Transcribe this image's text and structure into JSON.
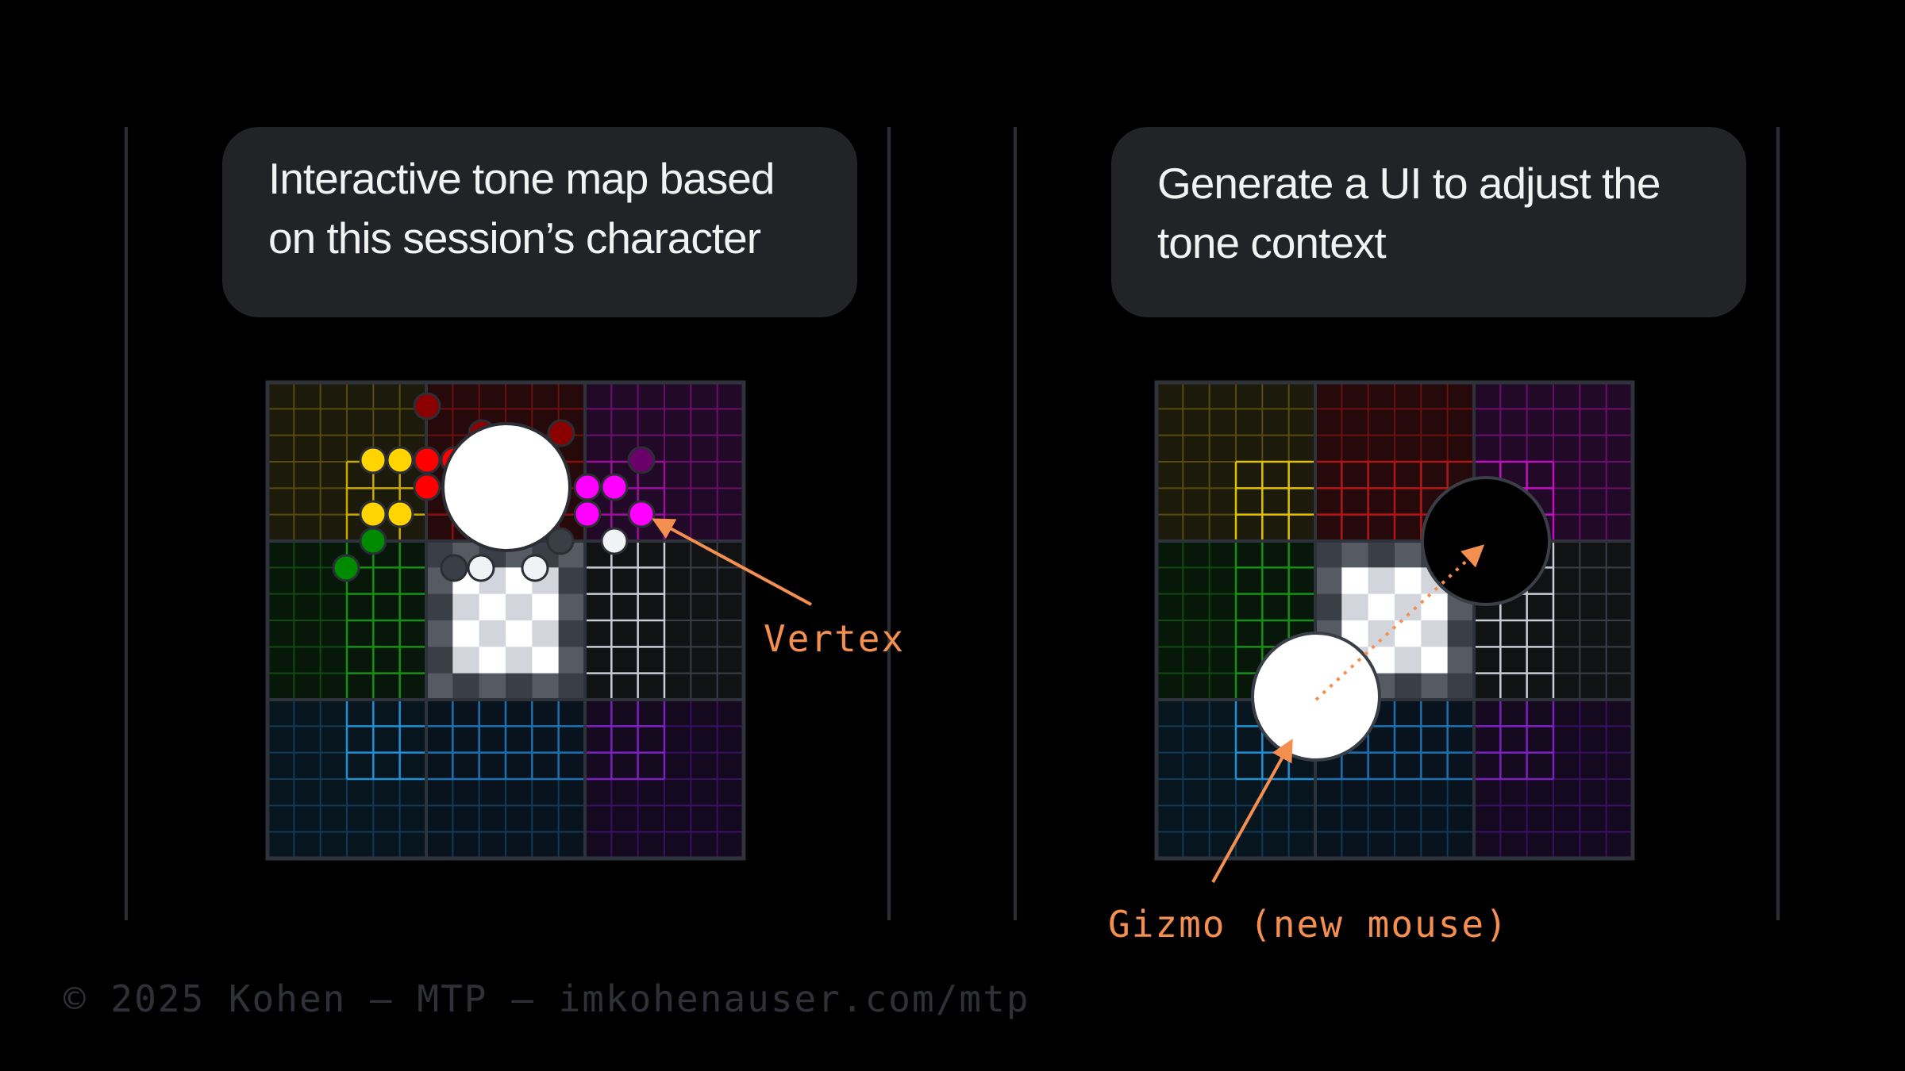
{
  "panels": [
    {
      "caption_lines": [
        "Interactive tone map based",
        "on this session’s character"
      ]
    },
    {
      "caption_lines": [
        "Generate a UI to adjust the",
        "tone context"
      ]
    }
  ],
  "annotations": {
    "vertex": "Vertex",
    "gizmo": "Gizmo (new mouse)"
  },
  "footer": "© 2025 Kohen — MTP — imkohenauser.com/mtp",
  "colors": {
    "background": "#000000",
    "bubble": "#212327",
    "accent_orange": "#f58f4f",
    "yellow": "#ffd400",
    "red": "#ff0000",
    "dark_red": "#8b0000",
    "magenta": "#ff00ff",
    "purple": "#7a0082",
    "green": "#008a00",
    "blue": "#1f8fd6",
    "violet": "#8a2be2",
    "white": "#ffffff"
  }
}
